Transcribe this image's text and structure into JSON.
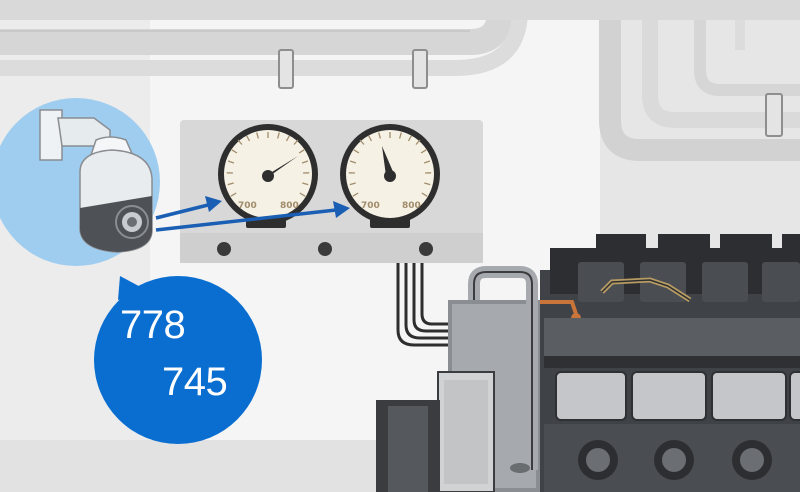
{
  "gauges": [
    {
      "name": "left-gauge",
      "scale_labels": [
        "700",
        "800"
      ]
    },
    {
      "name": "right-gauge",
      "scale_labels": [
        "700",
        "800"
      ]
    }
  ],
  "camera_readings": {
    "reading_1": "778",
    "reading_2": "745"
  },
  "colors": {
    "accent_blue": "#0a6ed1",
    "camera_circle": "#9fcdef",
    "arrow_blue": "#1a5fb4",
    "gauge_tick": "#a08c6a",
    "pipe_gray": "#d4d4d4",
    "engine_dark": "#4a4d52"
  },
  "icons": [
    "ptz-camera-icon",
    "speech-bubble-icon",
    "pressure-gauge-icon",
    "engine-illustration"
  ]
}
